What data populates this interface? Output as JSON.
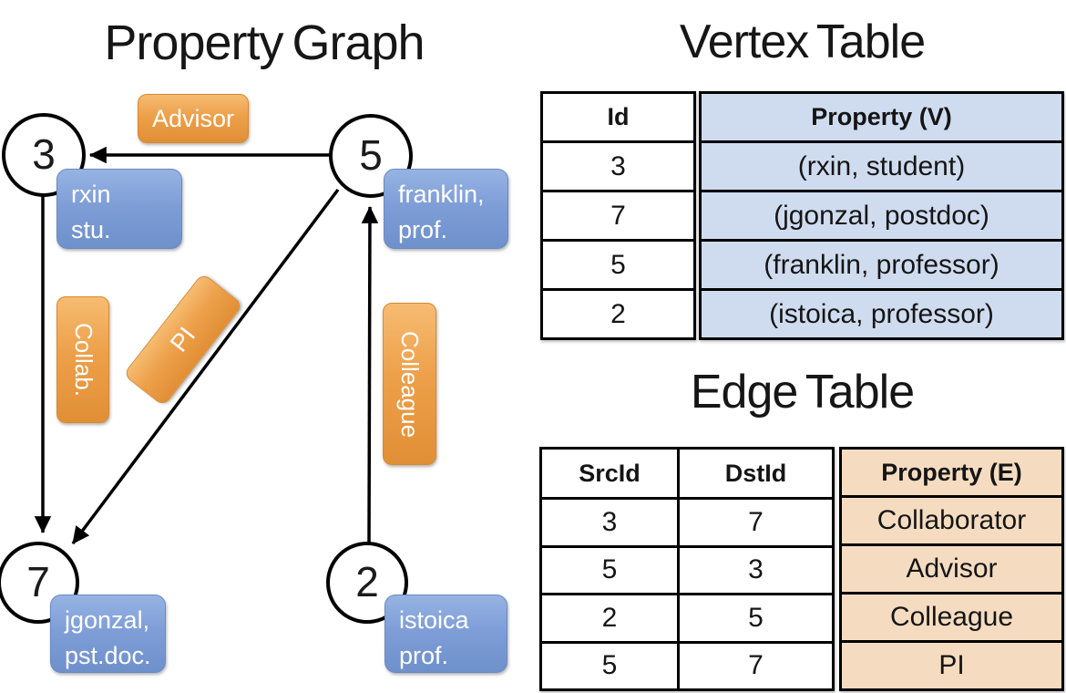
{
  "graph": {
    "title": "Property Graph",
    "nodes": [
      {
        "id": "3",
        "lines": [
          "rxin",
          "stu."
        ]
      },
      {
        "id": "5",
        "lines": [
          "franklin,",
          "prof."
        ]
      },
      {
        "id": "7",
        "lines": [
          "jgonzal,",
          "pst.doc."
        ]
      },
      {
        "id": "2",
        "lines": [
          "istoica",
          "prof."
        ]
      }
    ],
    "edge_labels": [
      {
        "label": "Advisor"
      },
      {
        "label": "Collab."
      },
      {
        "label": "PI"
      },
      {
        "label": "Colleague"
      }
    ]
  },
  "vertex_table": {
    "title": "Vertex Table",
    "columns": [
      "Id",
      "Property (V)"
    ],
    "rows": [
      [
        "3",
        "(rxin, student)"
      ],
      [
        "7",
        "(jgonzal, postdoc)"
      ],
      [
        "5",
        "(franklin, professor)"
      ],
      [
        "2",
        "(istoica, professor)"
      ]
    ]
  },
  "edge_table": {
    "title": "Edge Table",
    "columns": [
      "SrcId",
      "DstId",
      "Property (E)"
    ],
    "rows": [
      [
        "3",
        "7",
        "Collaborator"
      ],
      [
        "5",
        "3",
        "Advisor"
      ],
      [
        "2",
        "5",
        "Colleague"
      ],
      [
        "5",
        "7",
        "PI"
      ]
    ]
  },
  "colors": {
    "edge_label_orange": "#eda04a",
    "vertex_box_blue": "#7f9ed8",
    "vertex_table_fill": "#cfdcf0",
    "edge_table_fill": "#f5dcc1",
    "line_black": "#000000"
  }
}
